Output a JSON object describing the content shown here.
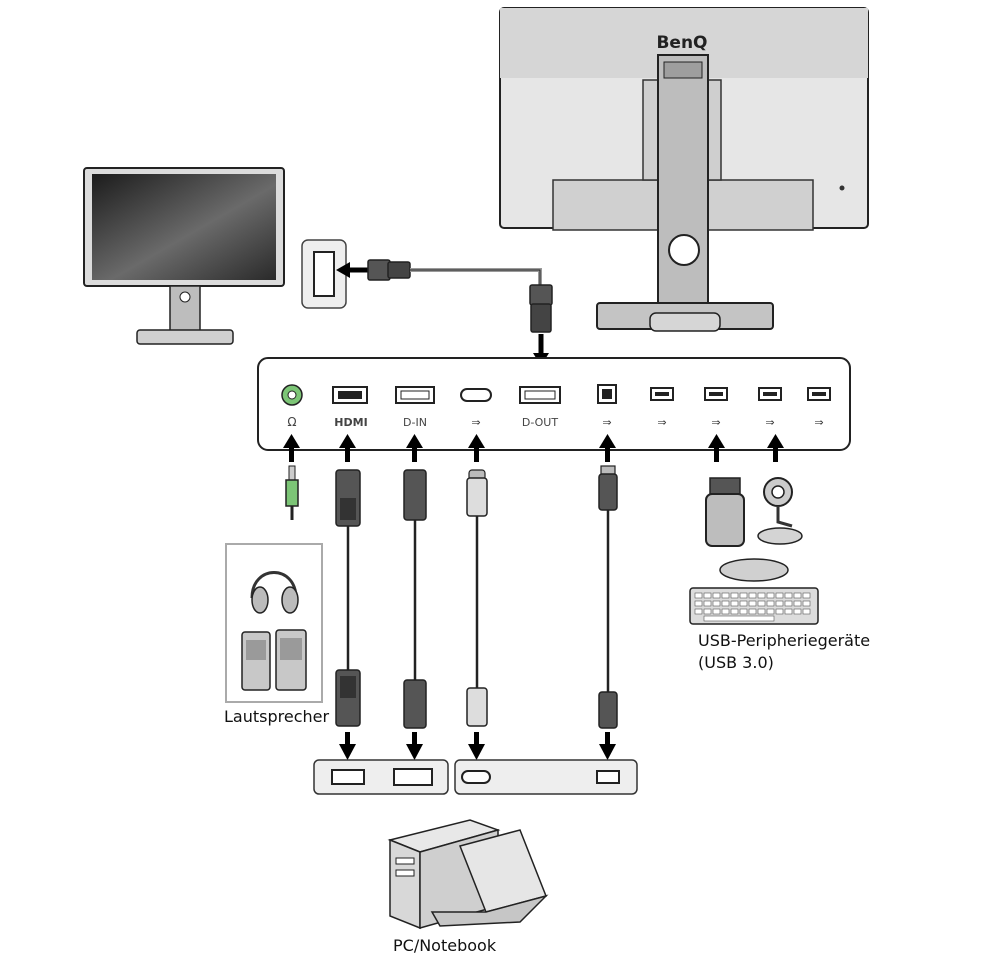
{
  "monitor": {
    "brand": "BenQ"
  },
  "ports": {
    "headphone": "",
    "hdmi": "HDMI",
    "dp_in": "D-IN",
    "usb_c": "",
    "dp_out": "D-OUT",
    "usb_b": "",
    "usb_a": [
      "",
      "",
      "",
      ""
    ]
  },
  "labels": {
    "speakers": "Lautsprecher",
    "usb_peripherals_line1": "USB-Peripheriegeräte",
    "usb_peripherals_line2": "(USB 3.0)",
    "pc": "PC/Notebook"
  },
  "colors": {
    "outline": "#1a1a1a",
    "monitor_gray": "#d8d8d8",
    "panel_gray": "#eeeeee",
    "cable_gray": "#9a9a9a",
    "audio_green": "#7cc576"
  }
}
